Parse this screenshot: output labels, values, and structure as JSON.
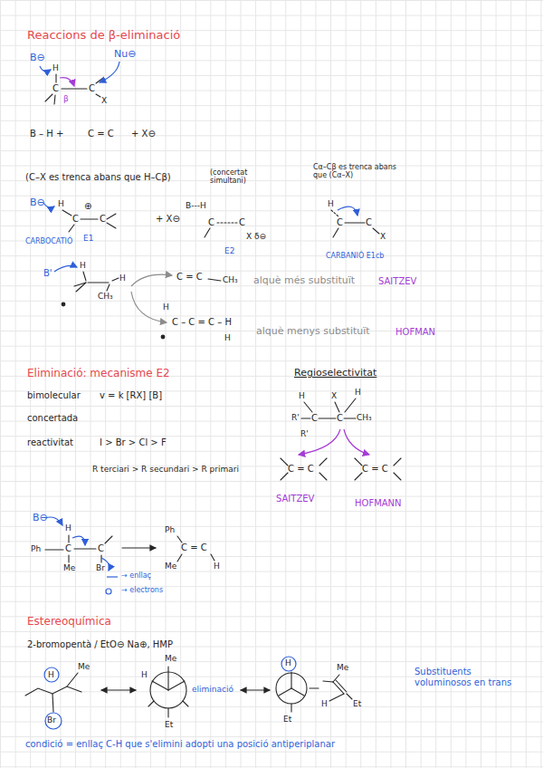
{
  "diagram": {
    "title": "Reaccions de β-eliminació",
    "labels": [
      "B⊖",
      "Nu⊖",
      "H",
      "C",
      "C",
      "β",
      "X",
      "B – H   +",
      "C = C",
      "+   X⊖",
      "(C–X es trenca abans que H–Cβ)",
      "(concertat simultani)",
      "Cα–Cβ es trenca abans que (Cα–X)",
      "B⊖",
      "H",
      "C",
      "⊕",
      "C",
      "+ X⊖",
      "CARBOCATIÓ",
      "E1",
      "B---H",
      "C",
      "C",
      "X δ⊖",
      "E2",
      "H",
      "C",
      "C",
      "X",
      "CARBANIÓ E1cb",
      "B'",
      "H",
      "H",
      "CH₃",
      "C = C",
      "CH₃",
      "alquè més substituït",
      "SAITZEV",
      "H",
      "C – C = C – H",
      "H",
      "alquè menys substituït",
      "HOFMAN",
      "Eliminació: mecanisme E2",
      "Regioselectivitat",
      "bimolecular",
      "v = k [RX] [B]",
      "concertada",
      "reactivitat",
      "I > Br > Cl > F",
      "R terciari > R secundari > R primari",
      "H",
      "X",
      "H",
      "R'",
      "C",
      "C",
      "CH₃",
      "R'",
      "C = C",
      "C = C",
      "SAITZEV",
      "HOFMANN",
      "B⊖",
      "H",
      "Ph",
      "C",
      "C",
      "Me",
      "Br",
      "Ph",
      "C = C",
      "Me",
      "H",
      "→ enllaç",
      "→ electrons",
      "Estereoquímica",
      "2-bromopentà / EtO⊖ Na⊕, HMP",
      "H",
      "Me",
      "Br",
      "Me",
      "H",
      "Et",
      "eliminació",
      "H",
      "Et",
      "H",
      "Et",
      "Me",
      "Substituents voluminosos en trans",
      "condició = enllaç C-H que s'elimini adopti una posició antiperiplanar"
    ]
  }
}
